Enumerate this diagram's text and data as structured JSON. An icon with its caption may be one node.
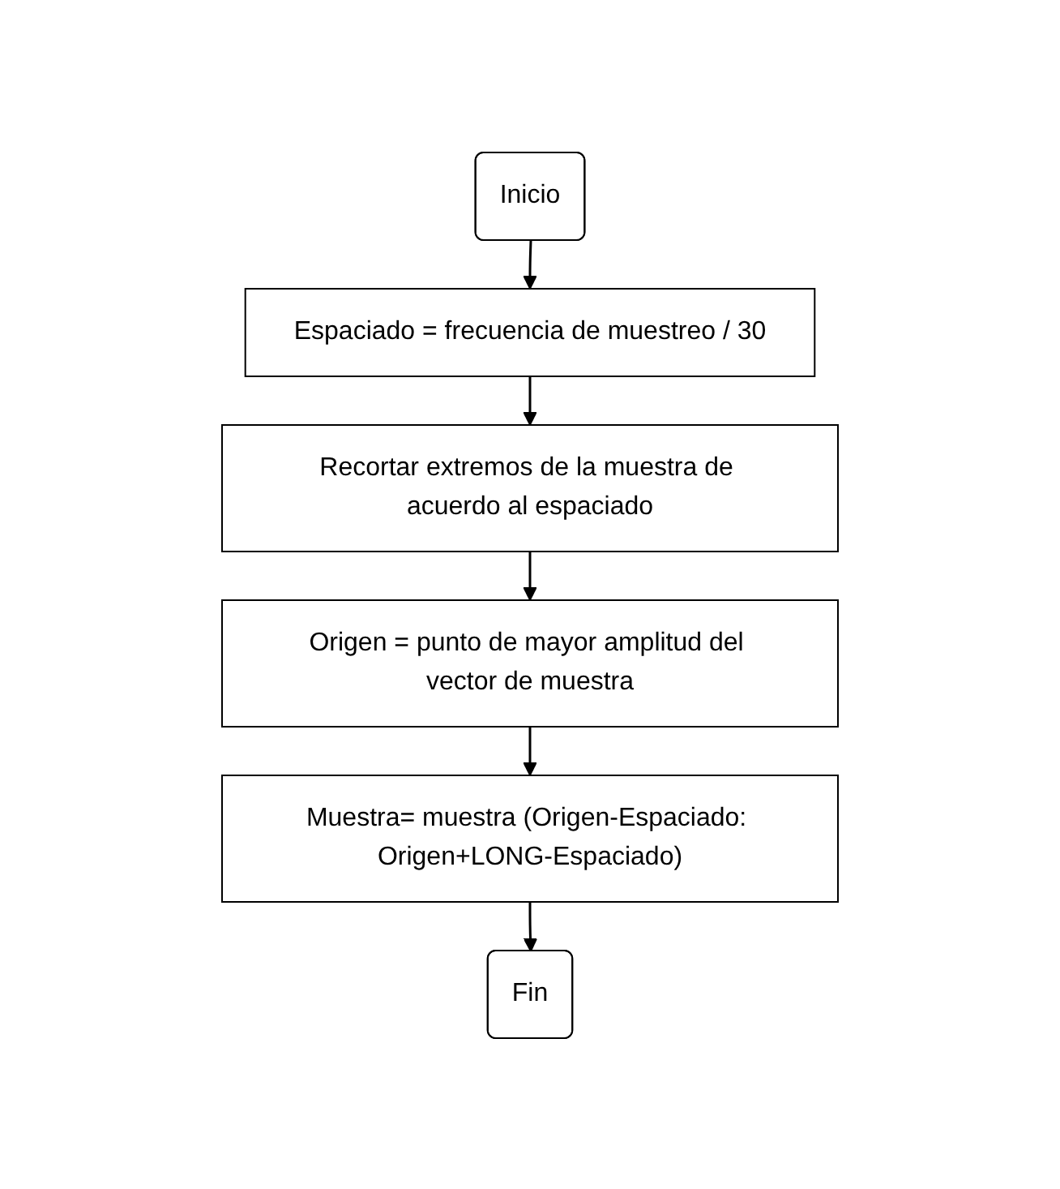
{
  "diagram": {
    "nodes": [
      {
        "text": [
          "Inicio"
        ]
      },
      {
        "text": [
          "Espaciado = frecuencia de muestreo / 30"
        ]
      },
      {
        "text": [
          "Recortar extremos de la muestra de acuerdo al espaciado"
        ]
      },
      {
        "text": [
          "Origen = punto de mayor amplitud del vector de muestra"
        ]
      },
      {
        "text": [
          "Muestra= muestra (Origen-Espaciado: Origen+LONG-Espaciado)"
        ]
      },
      {
        "text": [
          "Fin"
        ]
      }
    ],
    "edges": [
      {
        "from": 0,
        "to": 1,
        "arrow": "to"
      },
      {
        "from": 1,
        "to": 2,
        "arrow": "to"
      },
      {
        "from": 2,
        "to": 3,
        "arrow": "to"
      },
      {
        "from": 3,
        "to": 4,
        "arrow": "to"
      },
      {
        "from": 4,
        "to": 5,
        "arrow": "to"
      }
    ]
  }
}
